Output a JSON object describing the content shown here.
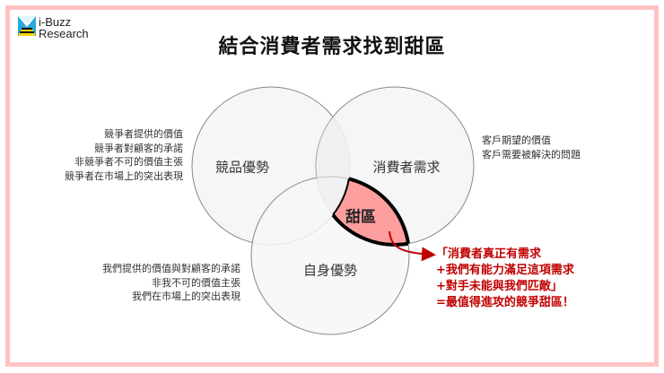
{
  "logo": {
    "line1": "i-Buzz",
    "line2": "Research",
    "icon": "ibuzz-logo-icon"
  },
  "title": "結合消費者需求找到甜區",
  "colors": {
    "frame": "#ffc3c3",
    "circle_fill": "#f5f5f5",
    "circle_stroke": "#888888",
    "sweet_spot_fill": "#ff9e9e",
    "callout": "#c00000"
  },
  "circles": [
    {
      "id": "competitor",
      "label": "競品優勢"
    },
    {
      "id": "consumer",
      "label": "消費者需求"
    },
    {
      "id": "self",
      "label": "自身優勢"
    }
  ],
  "sweet_spot": {
    "label": "甜區"
  },
  "descriptions": {
    "competitor": [
      "競爭者提供的價值",
      "競爭者對顧客的承諾",
      "非競爭者不可的價值主張",
      "競爭者在市場上的突出表現"
    ],
    "consumer": [
      "客戶期望的價值",
      "客戶需要被解決的問題"
    ],
    "self": [
      "我們提供的價值與對顧客的承諾",
      "非我不可的價值主張",
      "我們在市場上的突出表現"
    ]
  },
  "callout": [
    "「消費者真正有需求",
    "+我們有能力滿足這項需求",
    "+對手未能與我們匹敵」",
    "=最值得進攻的競爭甜區！"
  ]
}
